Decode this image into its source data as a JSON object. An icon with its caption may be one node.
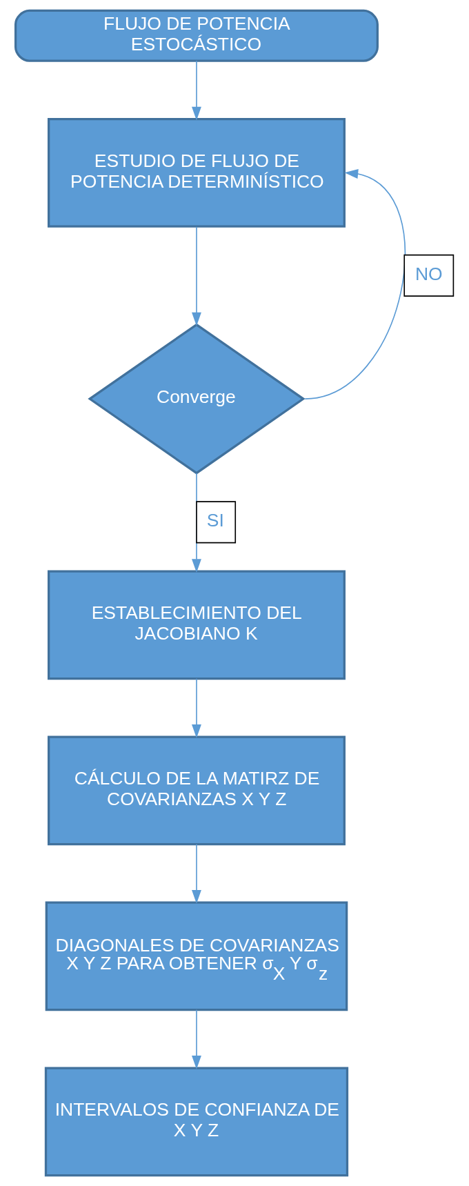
{
  "diagram": {
    "nodes": [
      {
        "text": [
          "FLUJO DE POTENCIA ESTOCÁSTICO"
        ]
      },
      {
        "text": [
          "ESTUDIO DE FLUJO DE POTENCIA DETERMINÍSTICO"
        ]
      },
      {
        "text": [
          "Converge"
        ]
      },
      {
        "text": [
          "ESTABLECIMIENTO DEL JACOBIANO K"
        ]
      },
      {
        "text": [
          "CÁLCULO DE LA MATIRZ DE COVARIANZAS X Y Z"
        ]
      },
      {
        "text": [
          "DIAGONALES DE COVARIANZAS X Y Z PARA OBTENER σ$_{X}$ Y σ$_{z}$"
        ]
      },
      {
        "text": [
          "INTERVALOS DE CONFIANZA DE X Y Z"
        ]
      }
    ],
    "edges": [
      {
        "from": 0,
        "to": 1,
        "arrow": "to"
      },
      {
        "from": 1,
        "to": 2,
        "arrow": "to"
      },
      {
        "from": 2,
        "to": 1,
        "arrow": "to",
        "label": "NO"
      },
      {
        "from": 2,
        "to": 3,
        "arrow": "to",
        "label": "SI"
      },
      {
        "from": 3,
        "to": 4,
        "arrow": "to"
      },
      {
        "from": 4,
        "to": 5,
        "arrow": "to"
      },
      {
        "from": 5,
        "to": 6,
        "arrow": "to"
      }
    ]
  }
}
